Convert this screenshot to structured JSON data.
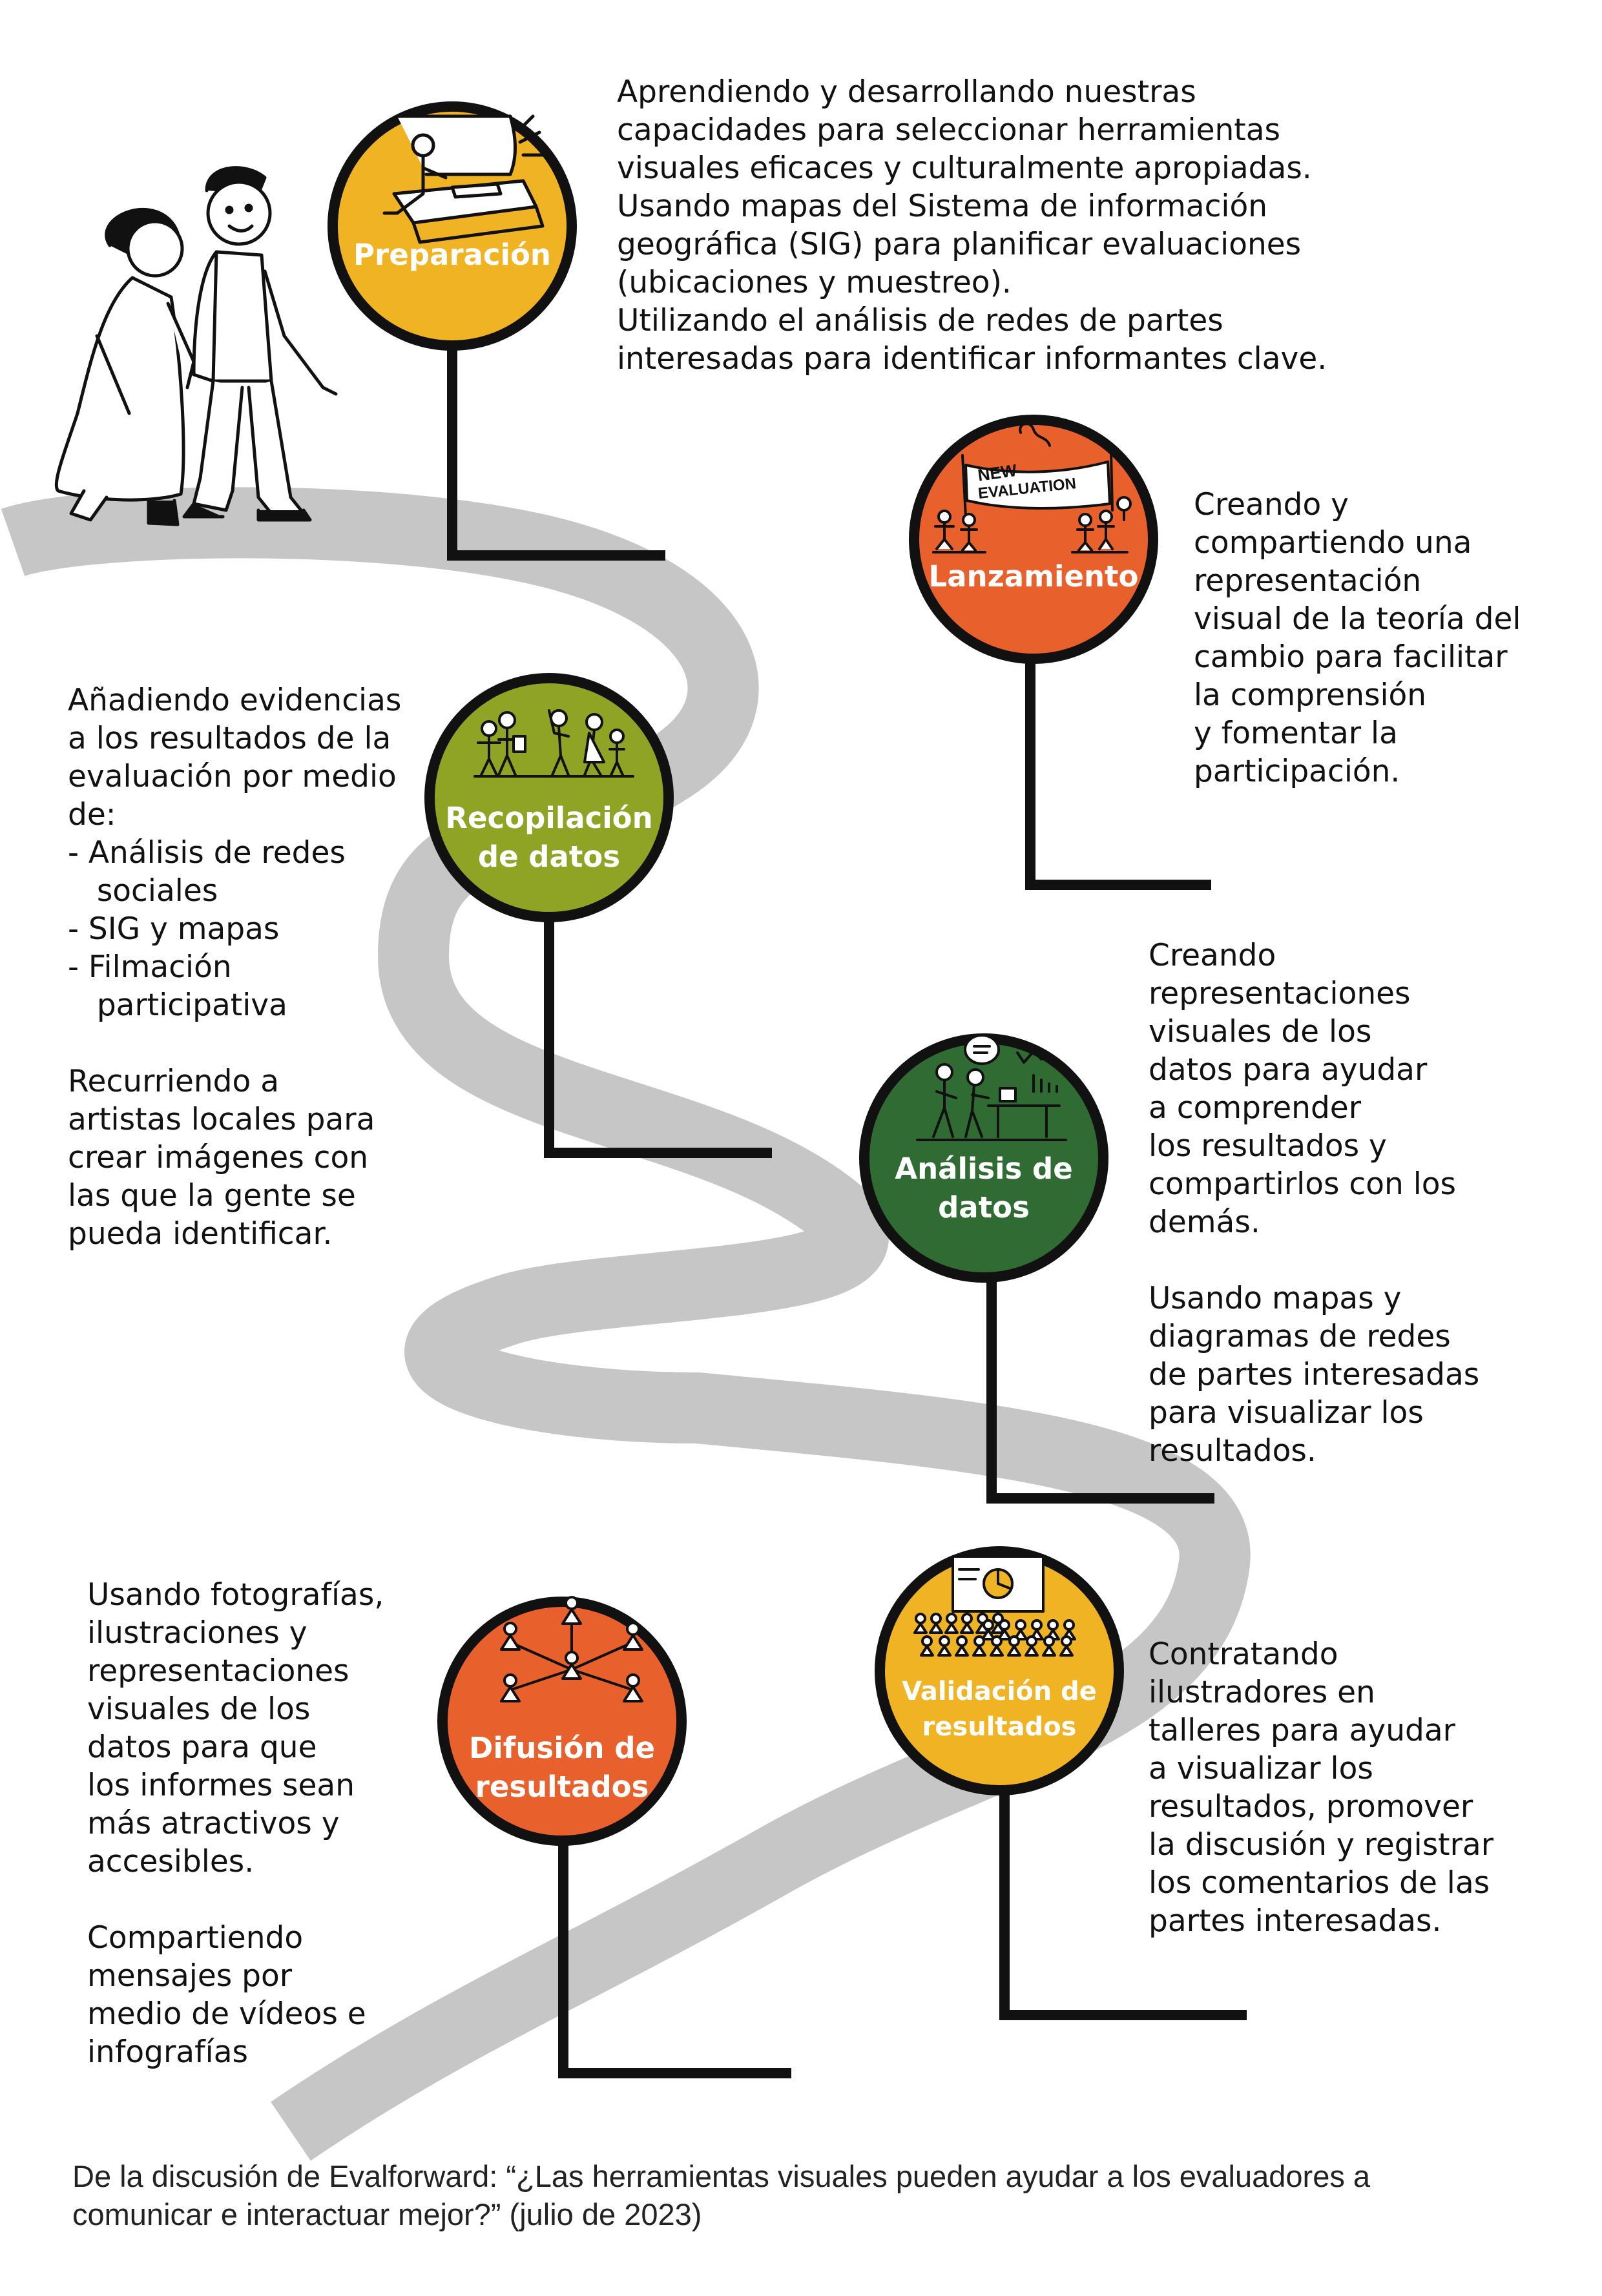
{
  "colors": {
    "road": "#c6c6c6",
    "pole": "#111111",
    "preparacion": "#f0b323",
    "lanzamiento": "#e8612c",
    "recopilacion": "#8fa324",
    "analisis": "#2f6b33",
    "validacion": "#f0b323",
    "difusion": "#e8612c"
  },
  "stages": {
    "preparacion": {
      "label": [
        "Preparación"
      ],
      "icon": "unboxing-icon"
    },
    "lanzamiento": {
      "label": [
        "Lanzamiento"
      ],
      "icon": "banner-people-icon",
      "banner": [
        "NEW",
        "EVALUATION"
      ]
    },
    "recopilacion": {
      "label": [
        "Recopilación",
        "de datos"
      ],
      "icon": "group-people-icon"
    },
    "analisis": {
      "label": [
        "Análisis de",
        "datos"
      ],
      "icon": "analysis-desk-icon"
    },
    "validacion": {
      "label": [
        "Validación de",
        "resultados"
      ],
      "icon": "workshop-audience-icon"
    },
    "difusion": {
      "label": [
        "Difusión de",
        "resultados"
      ],
      "icon": "network-people-icon"
    }
  },
  "texts": {
    "preparacion": [
      "Aprendiendo y desarrollando nuestras",
      "capacidades para seleccionar herramientas",
      "visuales eficaces y culturalmente apropiadas.",
      "Usando mapas del Sistema de información",
      "geográfica (SIG) para planificar evaluaciones",
      "(ubicaciones y muestreo).",
      "Utilizando el análisis de redes de partes",
      "interesadas para identificar informantes clave."
    ],
    "lanzamiento": [
      "Creando y",
      "compartiendo una",
      "representación",
      "visual de la teoría del",
      "cambio para facilitar",
      "la comprensión",
      "y fomentar la",
      "participación."
    ],
    "recopilacion": [
      "Añadiendo evidencias",
      "a los resultados de la",
      "evaluación por medio",
      "de:",
      "- Análisis de redes",
      "   sociales",
      "- SIG y mapas",
      "- Filmación",
      "   participativa",
      "",
      "Recurriendo a",
      "artistas locales para",
      "crear imágenes con",
      "las que la gente se",
      "pueda identificar."
    ],
    "analisis": [
      "Creando",
      "representaciones",
      "visuales de los",
      "datos para ayudar",
      "a comprender",
      "los resultados y",
      "compartirlos con los",
      "demás.",
      "",
      "Usando mapas y",
      "diagramas de redes",
      "de partes interesadas",
      "para visualizar los",
      "resultados."
    ],
    "validacion": [
      "Contratando",
      "ilustradores en",
      "talleres para ayudar",
      "a visualizar los",
      "resultados, promover",
      "la discusión y registrar",
      "los comentarios de las",
      "partes interesadas."
    ],
    "difusion": [
      "Usando fotografías,",
      "ilustraciones y",
      "representaciones",
      "visuales de los",
      "datos para que",
      "los informes sean",
      "más atractivos y",
      "accesibles.",
      "",
      "Compartiendo",
      "mensajes por",
      "medio de vídeos e",
      "infografías"
    ]
  },
  "caption": [
    "De la discusión de Evalforward: “¿Las herramientas visuales pueden ayudar a los evaluadores a",
    "comunicar e interactuar mejor?” (julio de 2023)"
  ]
}
